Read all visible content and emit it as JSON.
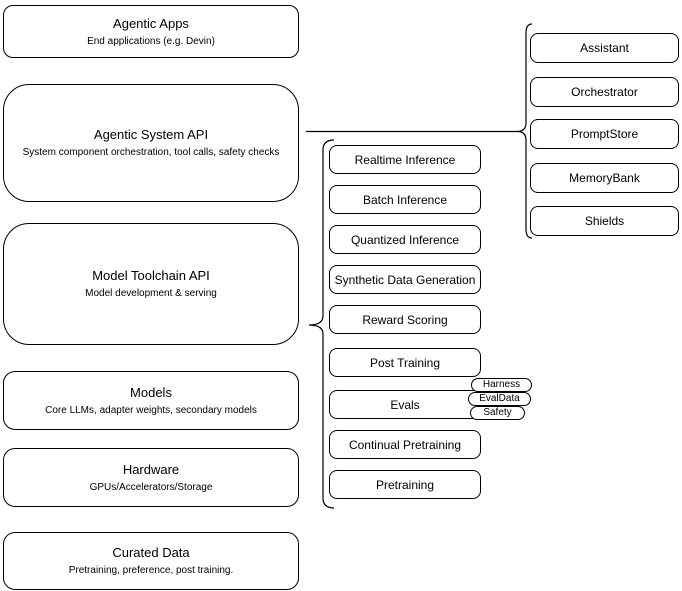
{
  "diagram": {
    "colors": {
      "stroke": "#000000",
      "fill": "#ffffff",
      "text": "#000000",
      "background": "#ffffff"
    },
    "stack": [
      {
        "title": "Agentic Apps",
        "subtitle": "End applications (e.g. Devin)"
      },
      {
        "title": "Agentic System API",
        "subtitle": "System component orchestration, tool calls, safety checks"
      },
      {
        "title": "Model Toolchain API",
        "subtitle": "Model development & serving"
      },
      {
        "title": "Models",
        "subtitle": "Core LLMs, adapter weights, secondary models"
      },
      {
        "title": "Hardware",
        "subtitle": "GPUs/Accelerators/Storage"
      },
      {
        "title": "Curated Data",
        "subtitle": "Pretraining, preference, post training."
      }
    ],
    "toolchain_items": [
      "Realtime Inference",
      "Batch Inference",
      "Quantized Inference",
      "Synthetic Data Generation",
      "Reward Scoring",
      "Post Training",
      "Evals",
      "Continual Pretraining",
      "Pretraining"
    ],
    "eval_tags": [
      "Harness",
      "EvalData",
      "Safety"
    ],
    "system_components": [
      "Assistant",
      "Orchestrator",
      "PromptStore",
      "MemoryBank",
      "Shields"
    ]
  }
}
